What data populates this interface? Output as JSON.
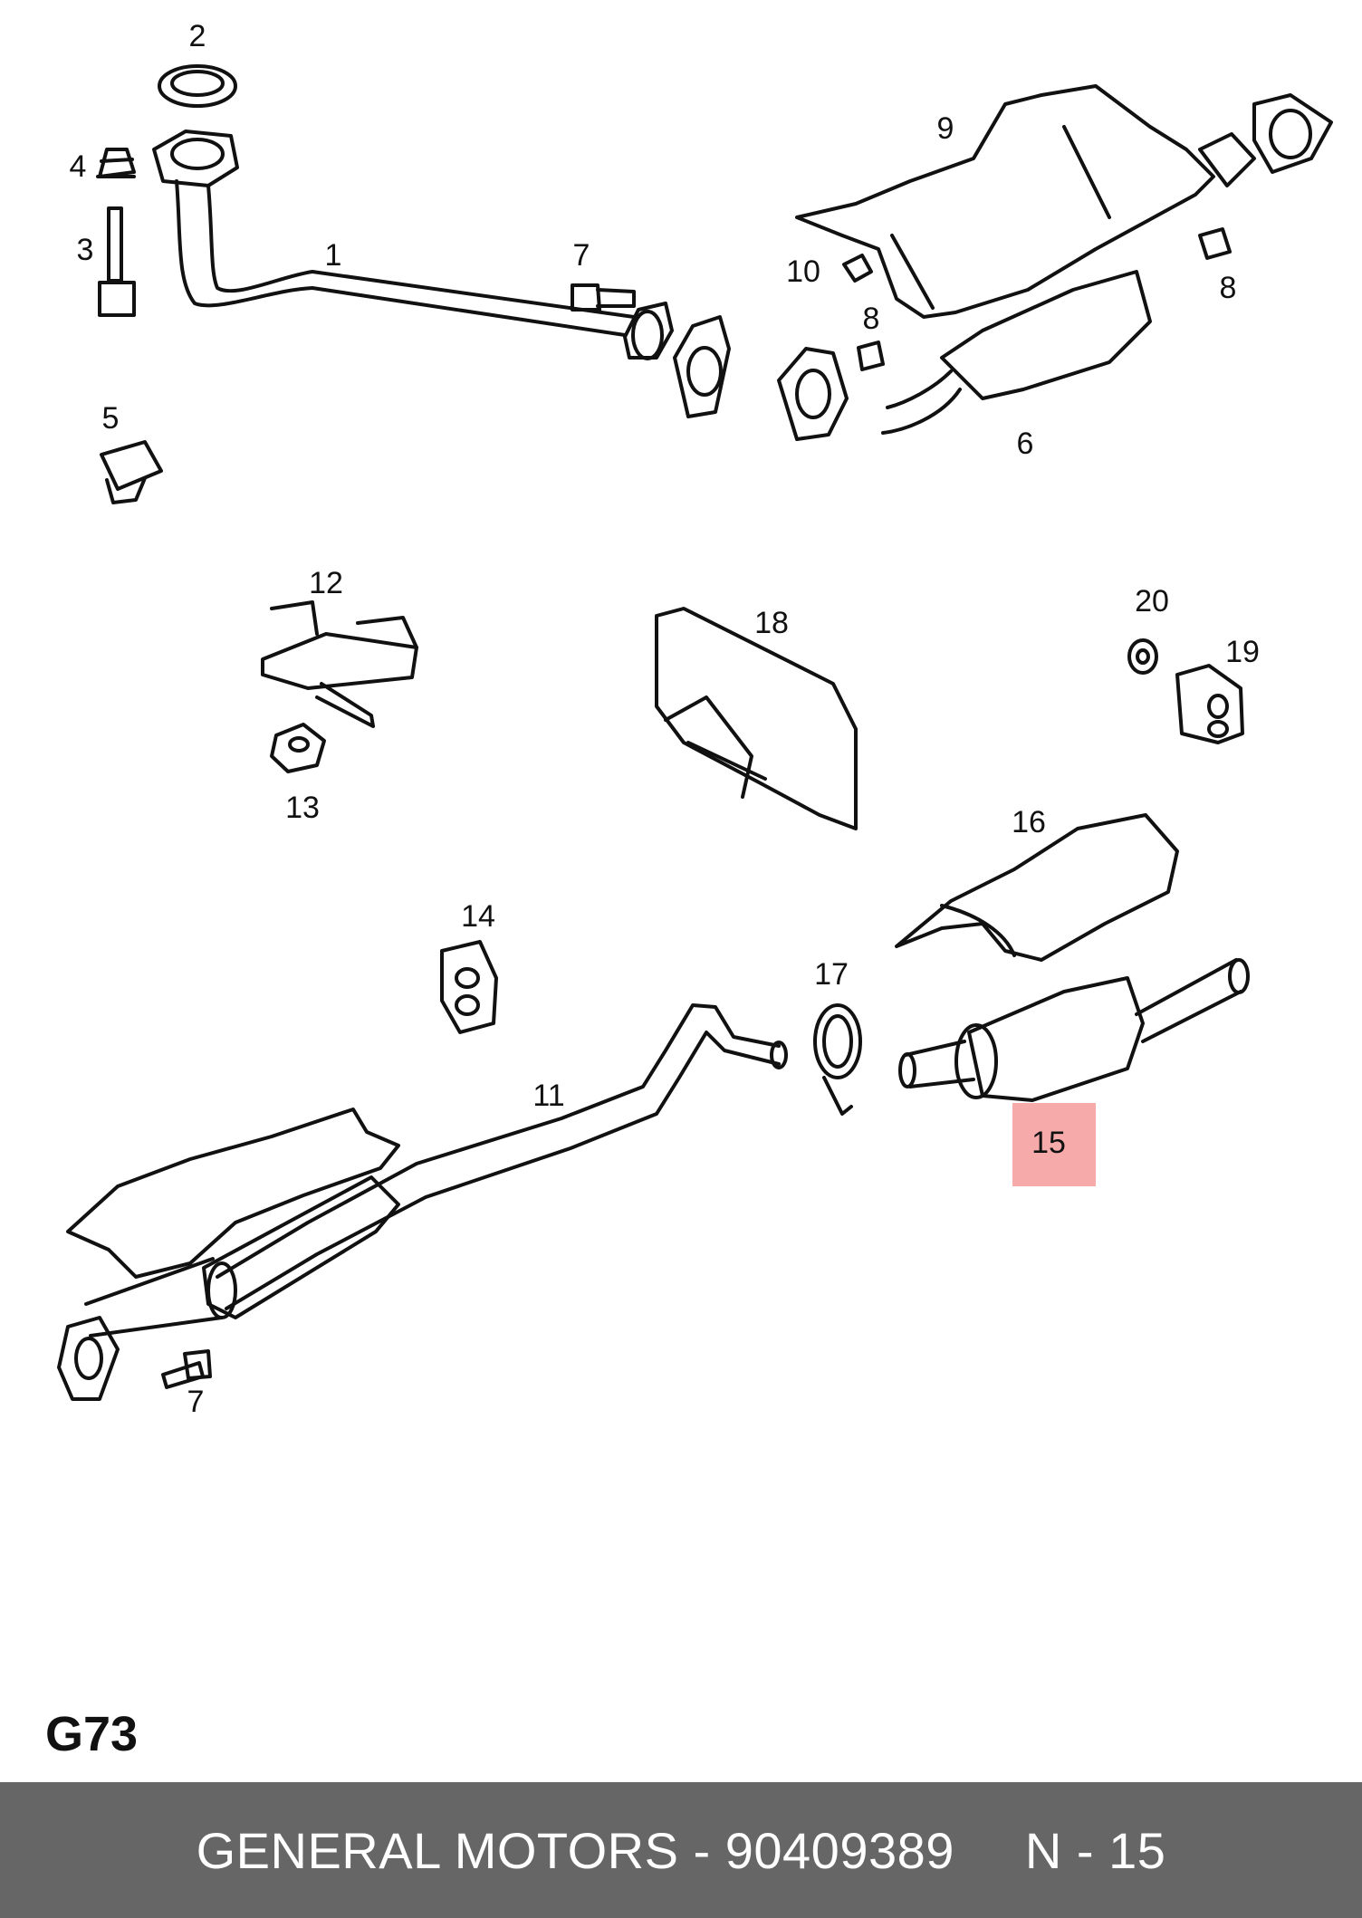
{
  "diagram": {
    "code": "G73",
    "highlighted_callout": "15",
    "callouts": [
      "1",
      "2",
      "3",
      "4",
      "5",
      "6",
      "7",
      "8",
      "9",
      "10",
      "8",
      "12",
      "13",
      "18",
      "20",
      "19",
      "16",
      "14",
      "17",
      "11",
      "7"
    ]
  },
  "footer": {
    "brand_part": "GENERAL MOTORS - 90409389",
    "page_ref": "N - 15"
  },
  "colors": {
    "highlight": "#f5a3a3",
    "footer_bg": "#666666",
    "line": "#111111"
  }
}
